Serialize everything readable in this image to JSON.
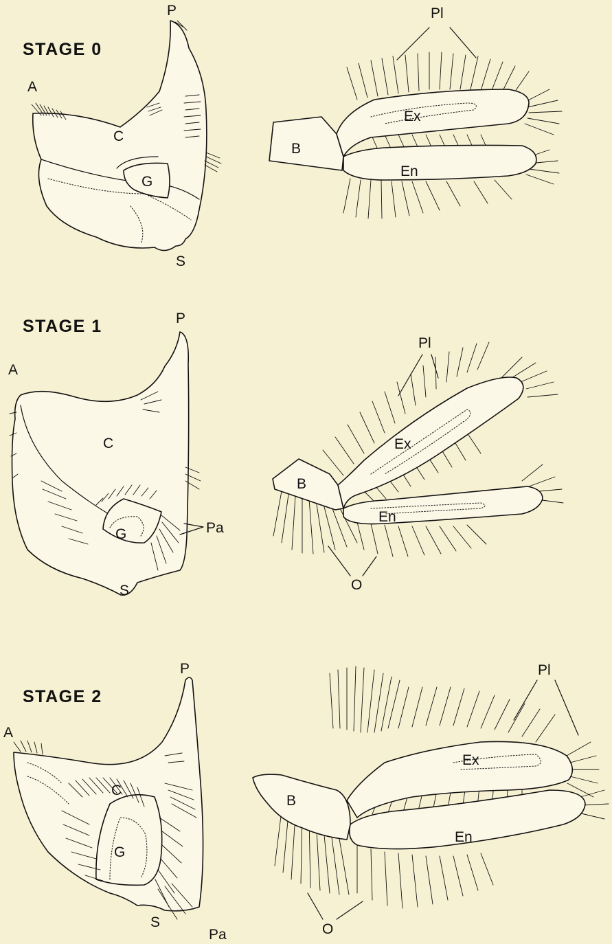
{
  "stages": [
    {
      "title": "STAGE 0",
      "left_labels": {
        "A": "A",
        "P": "P",
        "C": "C",
        "G": "G",
        "S": "S"
      },
      "right_labels": {
        "Pl": "Pl",
        "Ex": "Ex",
        "B": "B",
        "En": "En"
      }
    },
    {
      "title": "STAGE 1",
      "left_labels": {
        "A": "A",
        "P": "P",
        "C": "C",
        "G": "G",
        "S": "S",
        "Pa": "Pa"
      },
      "right_labels": {
        "Pl": "Pl",
        "Ex": "Ex",
        "B": "B",
        "En": "En",
        "O": "O"
      }
    },
    {
      "title": "STAGE 2",
      "left_labels": {
        "A": "A",
        "P": "P",
        "C": "C",
        "G": "G",
        "S": "S",
        "Pa": "Pa"
      },
      "right_labels": {
        "Pl": "Pl",
        "Ex": "Ex",
        "B": "B",
        "En": "En",
        "O": "O"
      }
    }
  ]
}
